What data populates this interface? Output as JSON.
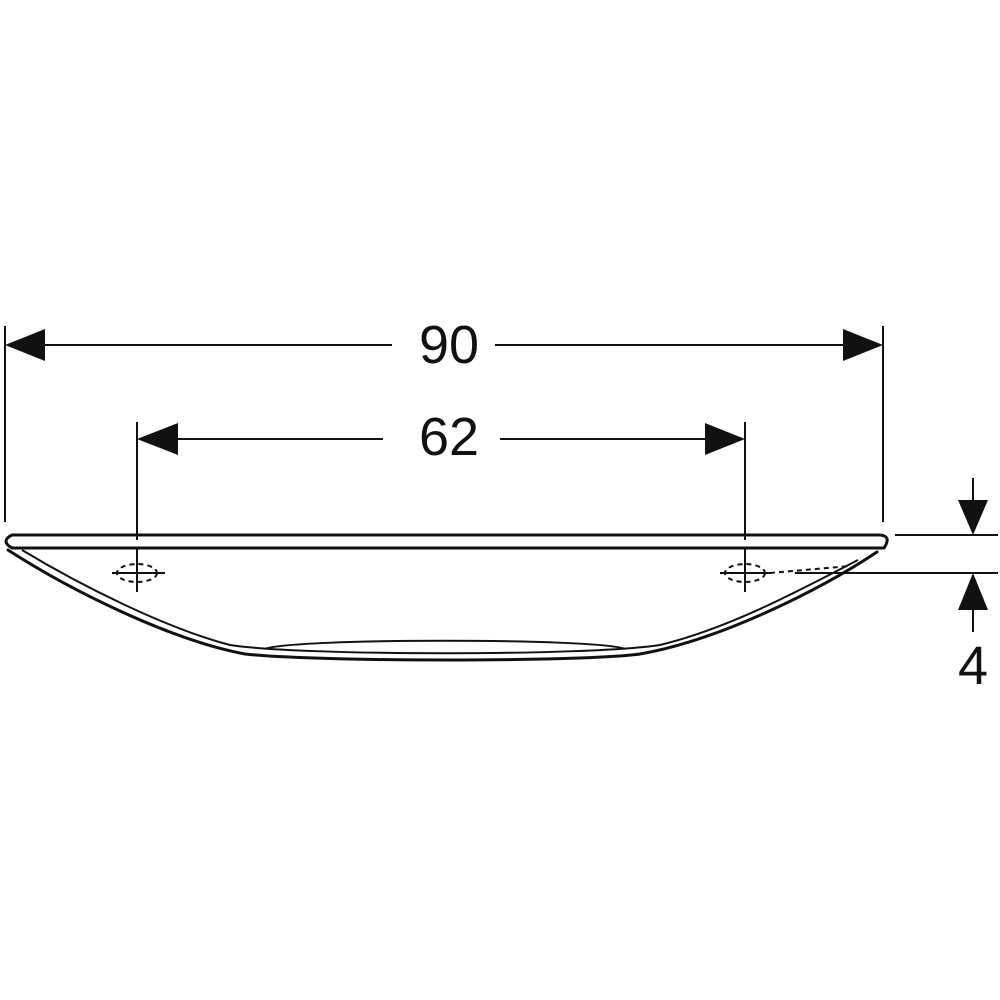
{
  "dimensions": {
    "overall_width": "90",
    "hole_spacing": "62",
    "edge_to_hole_center": "4"
  },
  "colors": {
    "line": "#111111",
    "background": "#ffffff"
  }
}
